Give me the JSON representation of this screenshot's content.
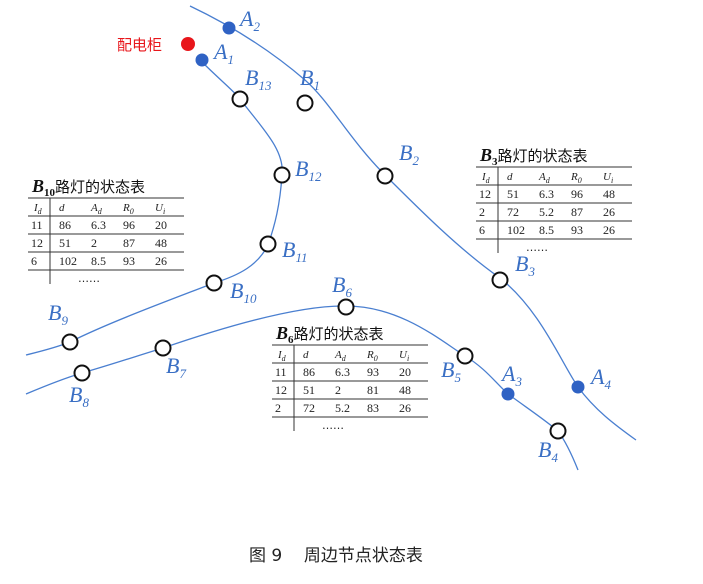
{
  "cabinet_label": "配电柜",
  "nodes": {
    "A1": {
      "letter": "A",
      "sub": "1"
    },
    "A2": {
      "letter": "A",
      "sub": "2"
    },
    "A3": {
      "letter": "A",
      "sub": "3"
    },
    "A4": {
      "letter": "A",
      "sub": "4"
    },
    "B1": {
      "letter": "B",
      "sub": "1"
    },
    "B2": {
      "letter": "B",
      "sub": "2"
    },
    "B3": {
      "letter": "B",
      "sub": "3"
    },
    "B4": {
      "letter": "B",
      "sub": "4"
    },
    "B5": {
      "letter": "B",
      "sub": "5"
    },
    "B6": {
      "letter": "B",
      "sub": "6"
    },
    "B7": {
      "letter": "B",
      "sub": "7"
    },
    "B8": {
      "letter": "B",
      "sub": "8"
    },
    "B9": {
      "letter": "B",
      "sub": "9"
    },
    "B10": {
      "letter": "B",
      "sub": "10"
    },
    "B11": {
      "letter": "B",
      "sub": "11"
    },
    "B12": {
      "letter": "B",
      "sub": "12"
    },
    "B13": {
      "letter": "B",
      "sub": "13"
    }
  },
  "tables": {
    "b10": {
      "title_letter": "B",
      "title_sub": "10",
      "title_text": "路灯的状态表",
      "headers": [
        "I",
        "d",
        "A",
        "R",
        "U"
      ],
      "header_subs": [
        "d",
        "",
        "d",
        "0",
        "i"
      ],
      "rows": [
        [
          "11",
          "86",
          "6.3",
          "96",
          "20"
        ],
        [
          "12",
          "51",
          "2",
          "87",
          "48"
        ],
        [
          "6",
          "102",
          "8.5",
          "93",
          "26"
        ]
      ],
      "ellipsis": "……"
    },
    "b3": {
      "title_letter": "B",
      "title_sub": "3",
      "title_text": "路灯的状态表",
      "headers": [
        "I",
        "d",
        "A",
        "R",
        "U"
      ],
      "header_subs": [
        "d",
        "",
        "d",
        "0",
        "i"
      ],
      "rows": [
        [
          "12",
          "51",
          "6.3",
          "96",
          "48"
        ],
        [
          "2",
          "72",
          "5.2",
          "87",
          "26"
        ],
        [
          "6",
          "102",
          "8.5",
          "93",
          "26"
        ]
      ],
      "ellipsis": "……"
    },
    "b6": {
      "title_letter": "B",
      "title_sub": "6",
      "title_text": "路灯的状态表",
      "headers": [
        "I",
        "d",
        "A",
        "R",
        "U"
      ],
      "header_subs": [
        "d",
        "",
        "d",
        "0",
        "i"
      ],
      "rows": [
        [
          "11",
          "86",
          "6.3",
          "93",
          "20"
        ],
        [
          "12",
          "51",
          "2",
          "81",
          "48"
        ],
        [
          "2",
          "72",
          "5.2",
          "83",
          "26"
        ]
      ],
      "ellipsis": "……"
    }
  },
  "caption": "图 9    周边节点状态表",
  "colors": {
    "line": "#4a7fd0",
    "node_fill": "#2f62c4",
    "cabinet": "#e8161b",
    "label": "#3a6fc4"
  }
}
